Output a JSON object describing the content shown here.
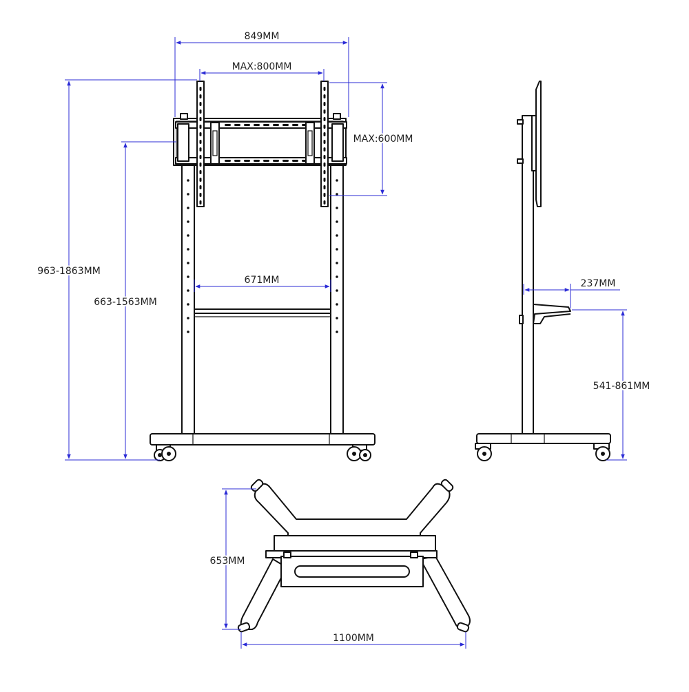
{
  "colors": {
    "dimension_line": "#2b2bd6",
    "drawing": "#111111",
    "background": "#ffffff"
  },
  "dimensions": {
    "overall_width": "849MM",
    "vesa_width": "MAX:800MM",
    "vesa_height": "MAX:600MM",
    "overall_height": "963-1863MM",
    "mount_height": "663-1563MM",
    "upright_spacing": "671MM",
    "shelf_depth": "237MM",
    "shelf_height": "541-861MM",
    "base_depth": "653MM",
    "base_width": "1100MM"
  }
}
